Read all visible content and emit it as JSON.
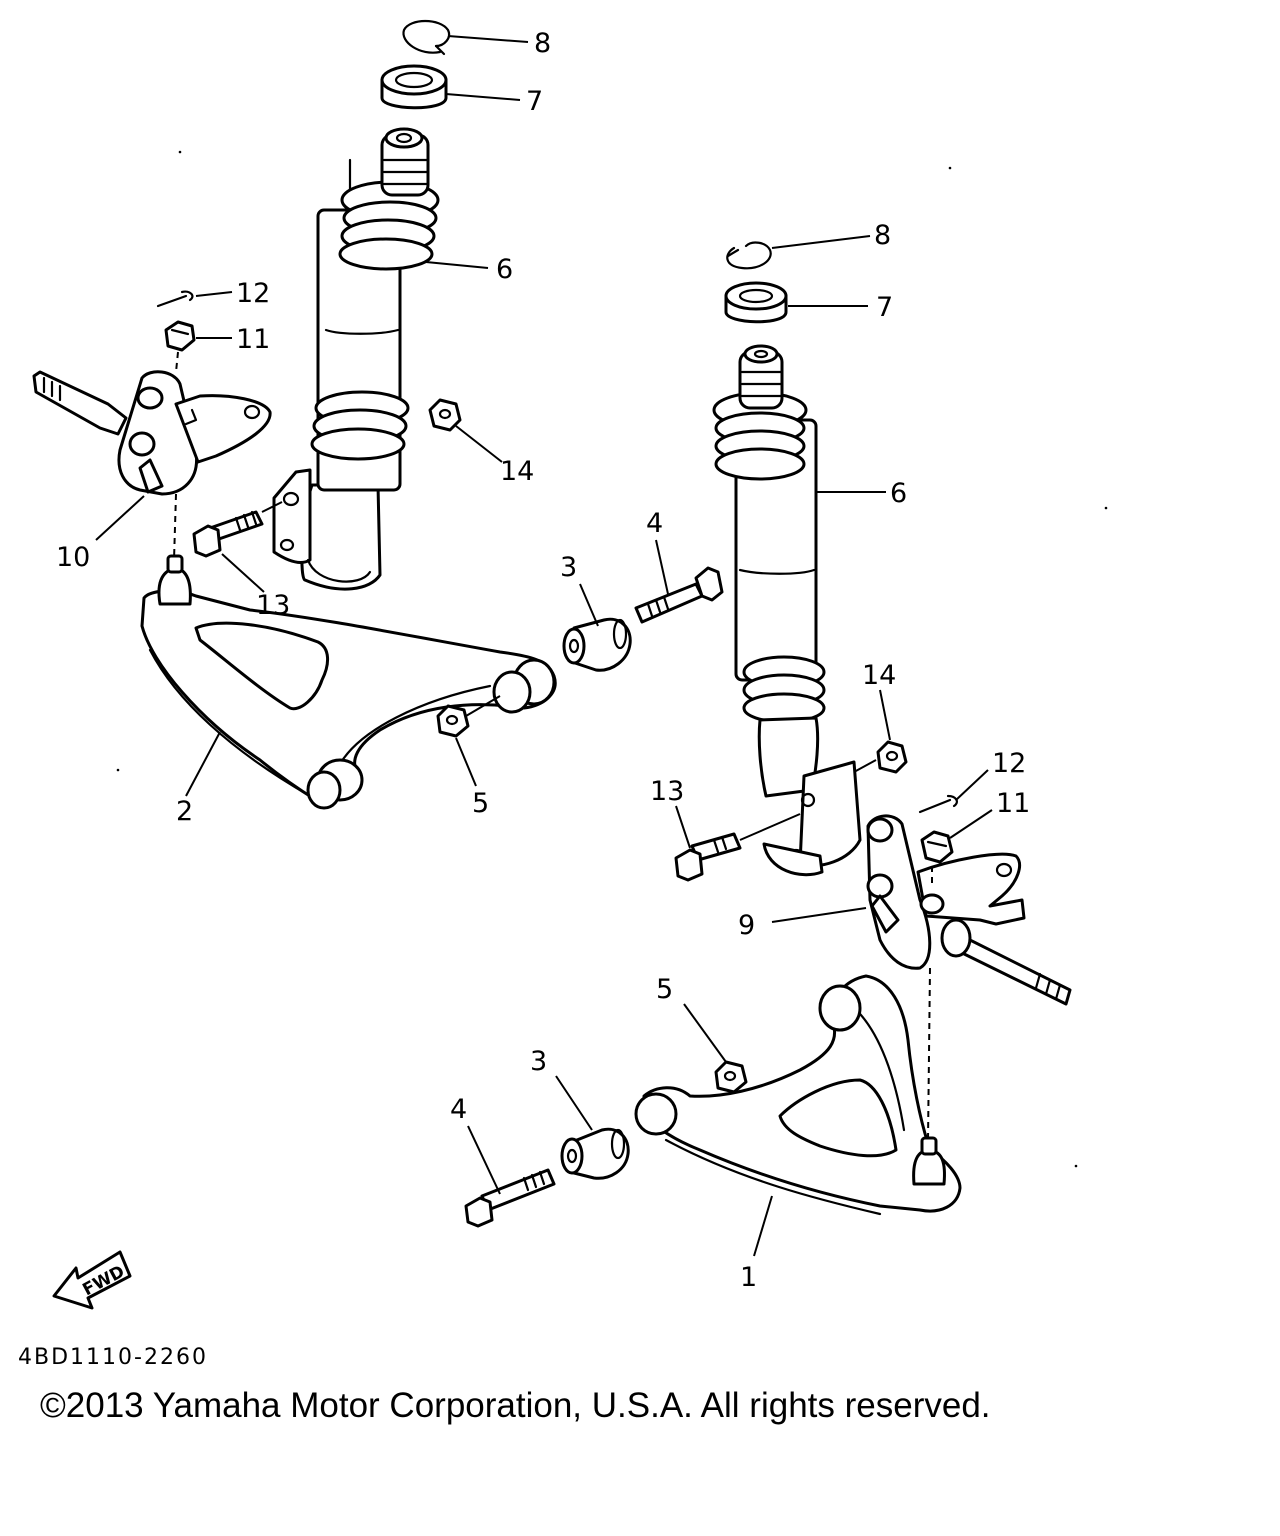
{
  "diagram": {
    "callouts": [
      {
        "id": "c8a",
        "text": "8"
      },
      {
        "id": "c7a",
        "text": "7"
      },
      {
        "id": "c6a",
        "text": "6"
      },
      {
        "id": "c12a",
        "text": "12"
      },
      {
        "id": "c11a",
        "text": "11"
      },
      {
        "id": "c14a",
        "text": "14"
      },
      {
        "id": "c10",
        "text": "10"
      },
      {
        "id": "c13a",
        "text": "13"
      },
      {
        "id": "c2",
        "text": "2"
      },
      {
        "id": "c5a",
        "text": "5"
      },
      {
        "id": "c3a",
        "text": "3"
      },
      {
        "id": "c4a",
        "text": "4"
      },
      {
        "id": "c8b",
        "text": "8"
      },
      {
        "id": "c7b",
        "text": "7"
      },
      {
        "id": "c6b",
        "text": "6"
      },
      {
        "id": "c14b",
        "text": "14"
      },
      {
        "id": "c12b",
        "text": "12"
      },
      {
        "id": "c11b",
        "text": "11"
      },
      {
        "id": "c13b",
        "text": "13"
      },
      {
        "id": "c9",
        "text": "9"
      },
      {
        "id": "c5b",
        "text": "5"
      },
      {
        "id": "c3b",
        "text": "3"
      },
      {
        "id": "c4b",
        "text": "4"
      },
      {
        "id": "c1",
        "text": "1"
      }
    ],
    "fwd_label": "FWD",
    "diagram_code": "4BD1110-2260"
  },
  "footer": {
    "copyright": "©2013 Yamaha Motor Corporation, U.S.A. All rights reserved."
  }
}
